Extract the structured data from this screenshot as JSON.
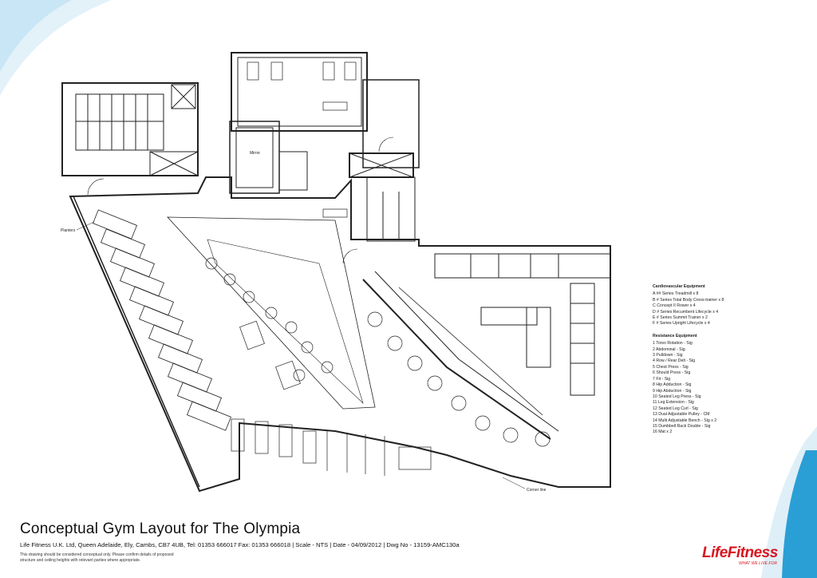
{
  "plan_labels": {
    "planters": "Planters",
    "mirror": "Mirror",
    "corner_line": "Corner line"
  },
  "legend": {
    "cardio_heading": "Cardiovascular Equipment",
    "cardio_items": [
      "A   ## Series Treadmill x 8",
      "B   # Series Total Body Cross-trainer x 8",
      "C   Concept II Rower x 4",
      "D   # Series Recumbent Lifecycle x 4",
      "E   # Series Summit Trainer x 2",
      "F   # Series Upright Lifecycle x 4"
    ],
    "resistance_heading": "Resistance Equipment",
    "resistance_items": [
      "1   Torso Rotation - Sig",
      "2   Abdominal - Sig",
      "3   Pulldown - Sig",
      "4   Row / Rear Delt - Sig",
      "5   Chest Press - Sig",
      "6   Should Press - Sig",
      "7   Fit - Sig",
      "8   Hip Adduction - Sig",
      "9   Hip Abduction - Sig",
      "10  Seated Leg Press - Sig",
      "11  Leg Extension - Sig",
      "12  Seated Leg Curl - Sig",
      "13  Dual Adjustable Pulley - CM",
      "14  Multi Adjustable Bench - Sig x 2",
      "15  Dumbbell Rack Double - Sig",
      "16  Mat x 2"
    ]
  },
  "footer": {
    "title": "Conceptual Gym Layout for The Olympia",
    "address_line": "Life Fitness U.K. Ltd, Queen Adelaide, Ely, Cambs, CB7 4UB, Tel: 01353 666017  Fax: 01353 666018  |  Scale - NTS  |  Date - 04/09/2012  |  Dwg No - 13159-AMC130a",
    "disclaimer": "This drawing should be considered conceptual only. Please confirm details of proposed structure and ceiling heights with relevant parties where appropriate.",
    "logo_text": "LifeFitness",
    "tagline": "WHAT WE LIVE FOR"
  },
  "colors": {
    "swoosh": "#2a9fd6",
    "brand": "#d8151f",
    "lines": "#222222"
  }
}
